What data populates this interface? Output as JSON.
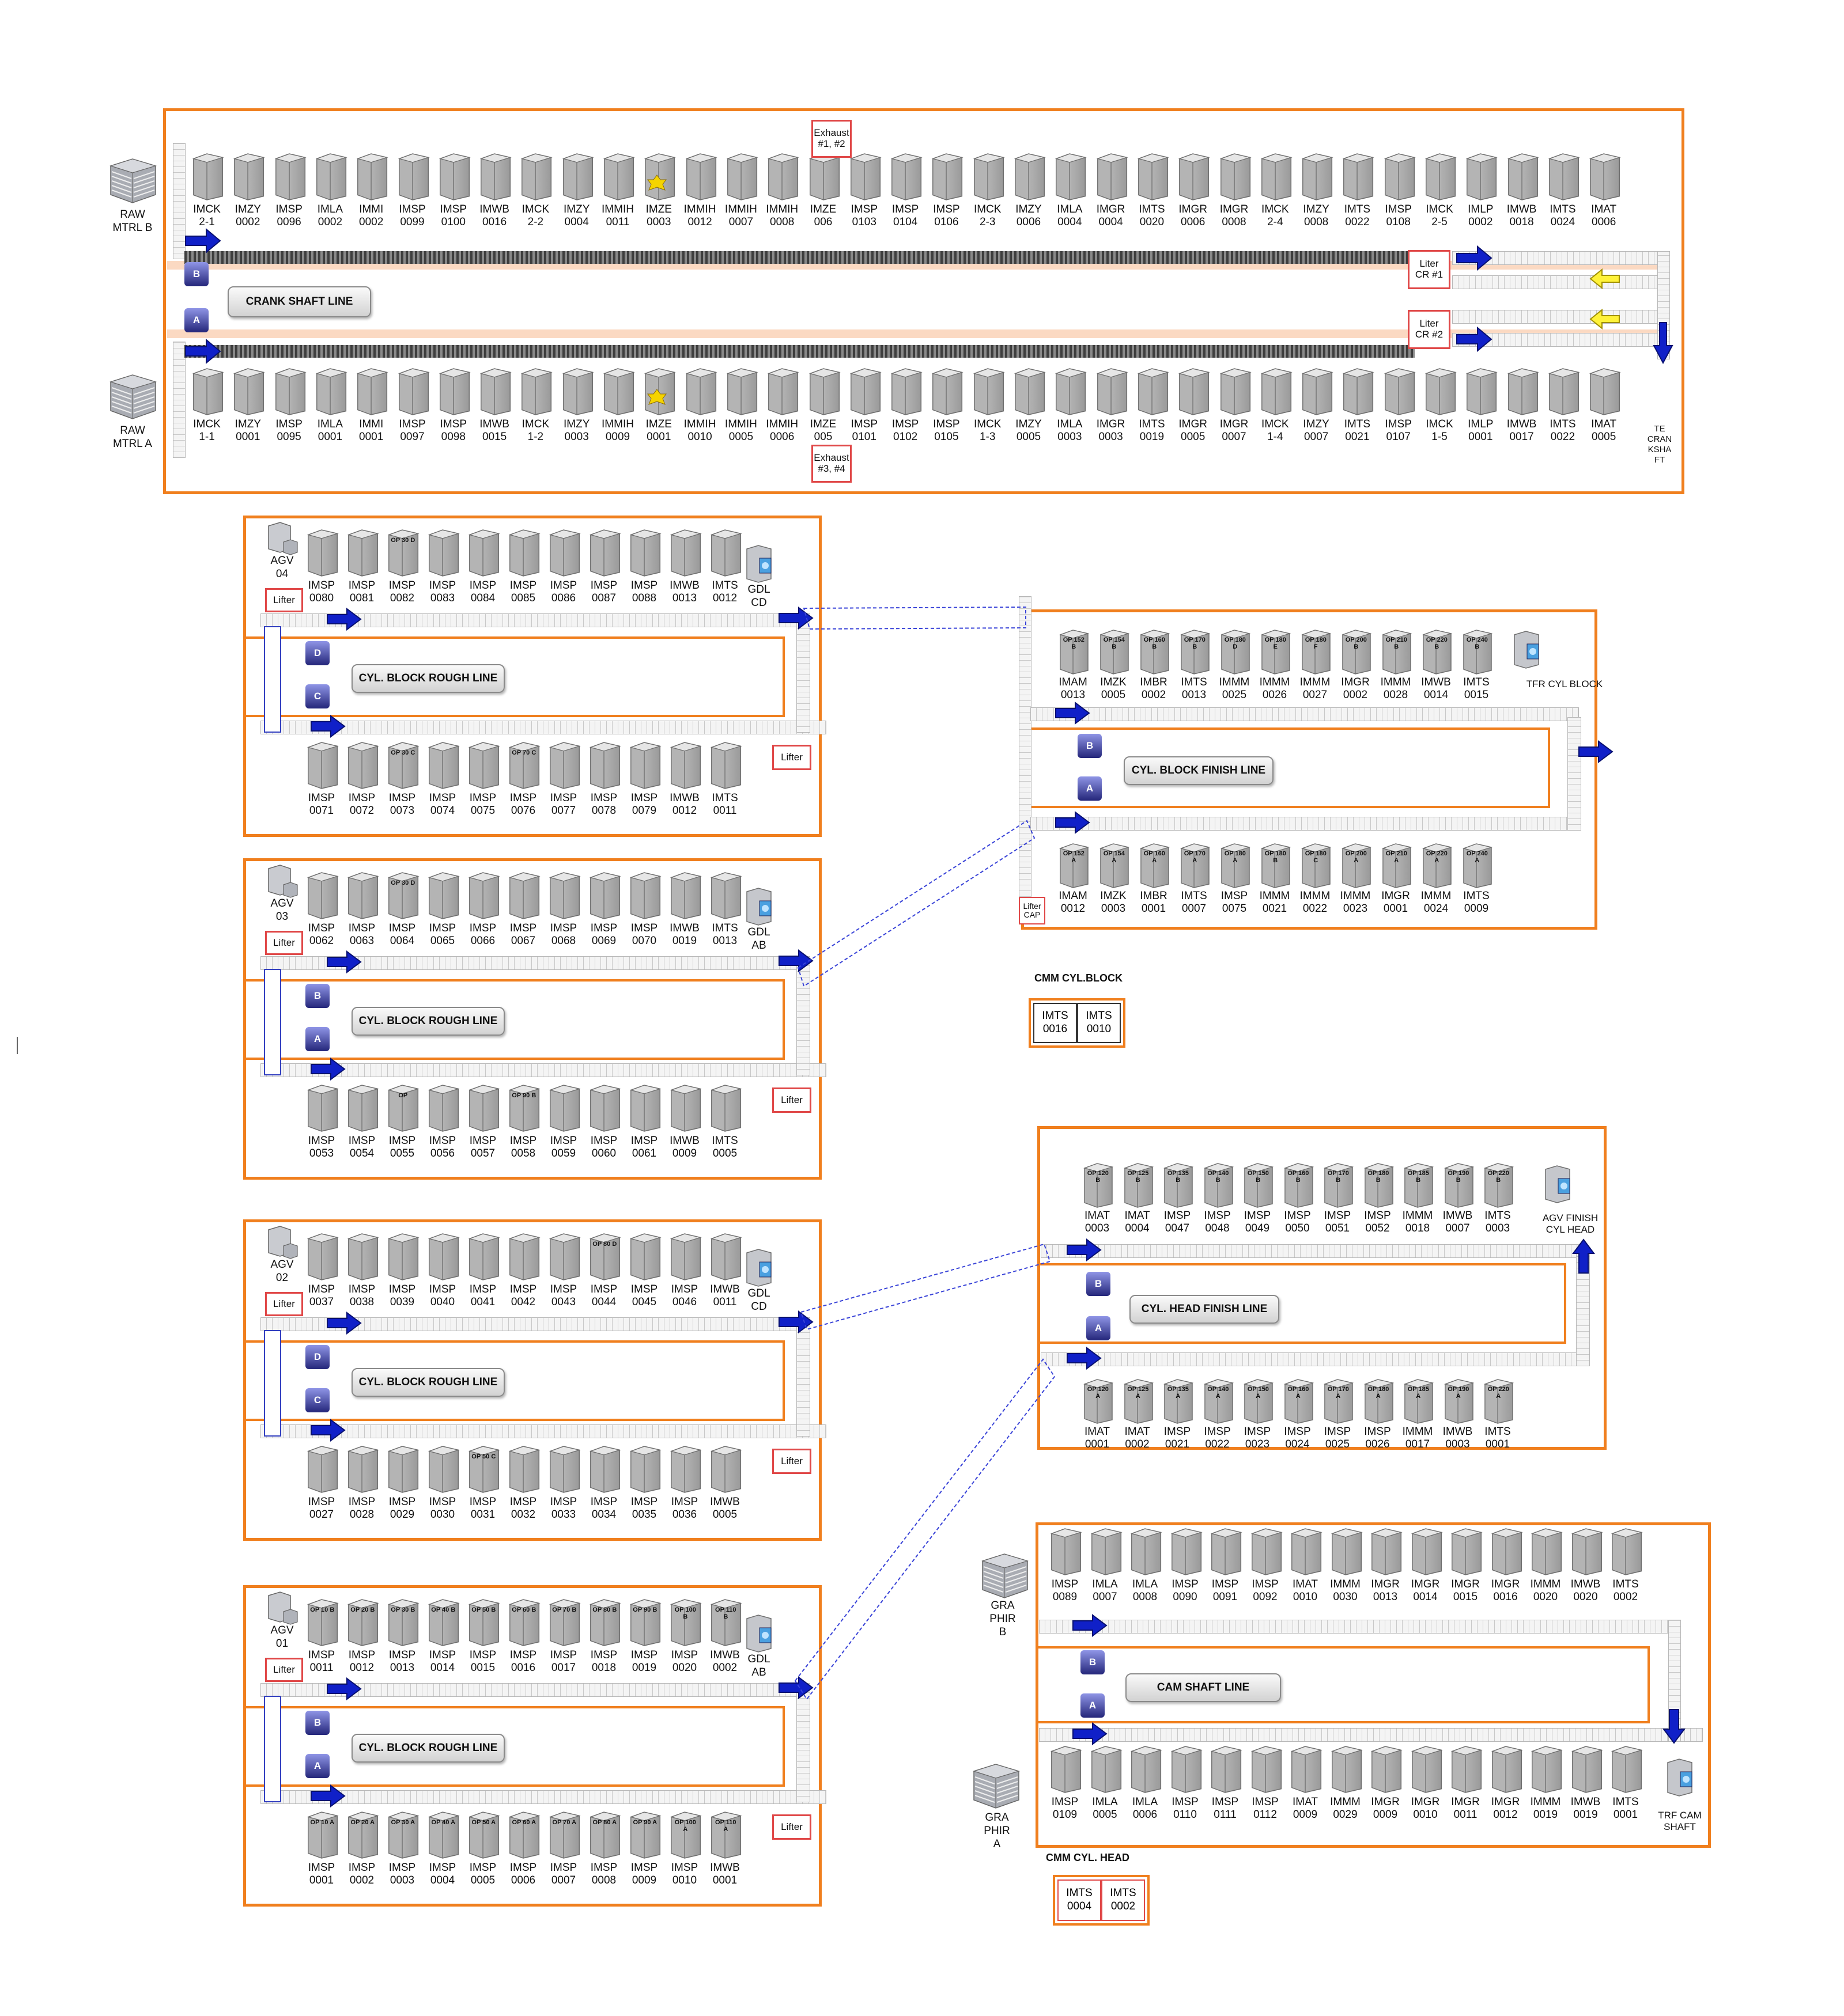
{
  "crank": {
    "line_label": "CRANK SHAFT LINE",
    "raw_b": "RAW\nMTRL B",
    "raw_a": "RAW\nMTRL A",
    "badge_b": "B",
    "badge_a": "A",
    "exhaust_top": "Exhaust\n#1, #2",
    "exhaust_bottom": "Exhaust\n#3, #4",
    "liter1": "Liter\nCR #1",
    "liter2": "Liter\nCR #2",
    "te": "TE\nCRAN\nKSHA\nFT",
    "top": [
      "IMCK\n2-1",
      "IMZY\n0002",
      "IMSP\n0096",
      "IMLA\n0002",
      "IMMI\n0002",
      "IMSP\n0099",
      "IMSP\n0100",
      "IMWB\n0016",
      "IMCK\n2-2",
      "IMZY\n0004",
      "IMMIH\n0011",
      "IMZE\n0003",
      "IMMIH\n0012",
      "IMMIH\n0007",
      "IMMIH\n0008",
      "IMZE\n006",
      "IMSP\n0103",
      "IMSP\n0104",
      "IMSP\n0106",
      "IMCK\n2-3",
      "IMZY\n0006",
      "IMLA\n0004",
      "IMGR\n0004",
      "IMTS\n0020",
      "IMGR\n0006",
      "IMGR\n0008",
      "IMCK\n2-4",
      "IMZY\n0008",
      "IMTS\n0022",
      "IMSP\n0108",
      "IMCK\n2-5",
      "IMLP\n0002",
      "IMWB\n0018",
      "IMTS\n0024",
      "IMAT\n0006"
    ],
    "bottom": [
      "IMCK\n1-1",
      "IMZY\n0001",
      "IMSP\n0095",
      "IMLA\n0001",
      "IMMI\n0001",
      "IMSP\n0097",
      "IMSP\n0098",
      "IMWB\n0015",
      "IMCK\n1-2",
      "IMZY\n0003",
      "IMMIH\n0009",
      "IMZE\n0001",
      "IMMIH\n0010",
      "IMMIH\n0005",
      "IMMIH\n0006",
      "IMZE\n005",
      "IMSP\n0101",
      "IMSP\n0102",
      "IMSP\n0105",
      "IMCK\n1-3",
      "IMZY\n0005",
      "IMLA\n0003",
      "IMGR\n0003",
      "IMTS\n0019",
      "IMGR\n0005",
      "IMGR\n0007",
      "IMCK\n1-4",
      "IMZY\n0007",
      "IMTS\n0021",
      "IMSP\n0107",
      "IMCK\n1-5",
      "IMLP\n0001",
      "IMWB\n0017",
      "IMTS\n0022",
      "IMAT\n0005"
    ]
  },
  "rough_lines": [
    {
      "agv": "AGV\n04",
      "gdl": "GDL\nCD",
      "label": "CYL. BLOCK ROUGH LINE",
      "badge_top": "D",
      "badge_bottom": "C",
      "lifter": "Lifter",
      "top": [
        "IMSP\n0080",
        "IMSP\n0081",
        "IMSP\n0082",
        "IMSP\n0083",
        "IMSP\n0084",
        "IMSP\n0085",
        "IMSP\n0086",
        "IMSP\n0087",
        "IMSP\n0088",
        "IMWB\n0013",
        "IMTS\n0012"
      ],
      "top_ops": [
        "",
        "",
        "OP 30 D",
        "",
        "",
        "",
        "",
        "",
        "",
        "",
        ""
      ],
      "bottom": [
        "IMSP\n0071",
        "IMSP\n0072",
        "IMSP\n0073",
        "IMSP\n0074",
        "IMSP\n0075",
        "IMSP\n0076",
        "IMSP\n0077",
        "IMSP\n0078",
        "IMSP\n0079",
        "IMWB\n0012",
        "IMTS\n0011"
      ],
      "bottom_ops": [
        "",
        "",
        "OP 30 C",
        "",
        "",
        "OP 70 C",
        "",
        "",
        "",
        "",
        ""
      ]
    },
    {
      "agv": "AGV\n03",
      "gdl": "GDL\nAB",
      "label": "CYL. BLOCK ROUGH LINE",
      "badge_top": "B",
      "badge_bottom": "A",
      "lifter": "Lifter",
      "top": [
        "IMSP\n0062",
        "IMSP\n0063",
        "IMSP\n0064",
        "IMSP\n0065",
        "IMSP\n0066",
        "IMSP\n0067",
        "IMSP\n0068",
        "IMSP\n0069",
        "IMSP\n0070",
        "IMWB\n0019",
        "IMTS\n0013"
      ],
      "top_ops": [
        "",
        "",
        "OP 30 D",
        "",
        "",
        "",
        "",
        "",
        "",
        "",
        ""
      ],
      "bottom": [
        "IMSP\n0053",
        "IMSP\n0054",
        "IMSP\n0055",
        "IMSP\n0056",
        "IMSP\n0057",
        "IMSP\n0058",
        "IMSP\n0059",
        "IMSP\n0060",
        "IMSP\n0061",
        "IMWB\n0009",
        "IMTS\n0005"
      ],
      "bottom_ops": [
        "",
        "",
        "OP",
        "",
        "",
        "OP 90 B",
        "",
        "",
        "",
        "",
        ""
      ]
    },
    {
      "agv": "AGV\n02",
      "gdl": "GDL\nCD",
      "label": "CYL. BLOCK ROUGH LINE",
      "badge_top": "D",
      "badge_bottom": "C",
      "lifter": "Lifter",
      "top": [
        "IMSP\n0037",
        "IMSP\n0038",
        "IMSP\n0039",
        "IMSP\n0040",
        "IMSP\n0041",
        "IMSP\n0042",
        "IMSP\n0043",
        "IMSP\n0044",
        "IMSP\n0045",
        "IMSP\n0046",
        "IMWB\n0011"
      ],
      "top_ops": [
        "",
        "",
        "",
        "",
        "",
        "",
        "",
        "OP 80 D",
        "",
        "",
        ""
      ],
      "bottom": [
        "IMSP\n0027",
        "IMSP\n0028",
        "IMSP\n0029",
        "IMSP\n0030",
        "IMSP\n0031",
        "IMSP\n0032",
        "IMSP\n0033",
        "IMSP\n0034",
        "IMSP\n0035",
        "IMSP\n0036",
        "IMWB\n0005"
      ],
      "bottom_ops": [
        "",
        "",
        "",
        "",
        "OP 50 C",
        "",
        "",
        "",
        "",
        "",
        ""
      ]
    },
    {
      "agv": "AGV\n01",
      "gdl": "GDL\nAB",
      "label": "CYL. BLOCK ROUGH LINE",
      "badge_top": "B",
      "badge_bottom": "A",
      "lifter": "Lifter",
      "top": [
        "IMSP\n0011",
        "IMSP\n0012",
        "IMSP\n0013",
        "IMSP\n0014",
        "IMSP\n0015",
        "IMSP\n0016",
        "IMSP\n0017",
        "IMSP\n0018",
        "IMSP\n0019",
        "IMSP\n0020",
        "IMWB\n0002"
      ],
      "top_ops": [
        "OP 10 B",
        "OP 20 B",
        "OP 30 B",
        "OP 40 B",
        "OP 50 B",
        "OP 60 B",
        "OP 70 B",
        "OP 80 B",
        "OP 90 B",
        "OP 100\nB",
        "OP 110\nB"
      ],
      "bottom": [
        "IMSP\n0001",
        "IMSP\n0002",
        "IMSP\n0003",
        "IMSP\n0004",
        "IMSP\n0005",
        "IMSP\n0006",
        "IMSP\n0007",
        "IMSP\n0008",
        "IMSP\n0009",
        "IMSP\n0010",
        "IMWB\n0001"
      ],
      "bottom_ops": [
        "OP 10 A",
        "OP 20 A",
        "OP 30 A",
        "OP 40 A",
        "OP 50 A",
        "OP 60 A",
        "OP 70 A",
        "OP 80 A",
        "OP 90 A",
        "OP 100\nA",
        "OP 110\nA"
      ]
    }
  ],
  "block_finish": {
    "label": "CYL. BLOCK FINISH LINE",
    "badge_top": "B",
    "badge_bottom": "A",
    "tfr": "TFR CYL BLOCK",
    "lifter_cap": "Lifter\nCAP",
    "top": [
      "IMAM\n0013",
      "IMZK\n0005",
      "IMBR\n0002",
      "IMTS\n0013",
      "IMMM\n0025",
      "IMMM\n0026",
      "IMMM\n0027",
      "IMGR\n0002",
      "IMMM\n0028",
      "IMWB\n0014",
      "IMTS\n0015"
    ],
    "top_ops": [
      "OP 152\nB",
      "OP 154\nB",
      "OP 160\nB",
      "OP 170\nB",
      "OP 180\nD",
      "OP 180\nE",
      "OP 180\nF",
      "OP 200\nB",
      "OP 210\nB",
      "OP 220\nB",
      "OP 240\nB"
    ],
    "bottom": [
      "IMAM\n0012",
      "IMZK\n0003",
      "IMBR\n0001",
      "IMTS\n0007",
      "IMSP\n0075",
      "IMMM\n0021",
      "IMMM\n0022",
      "IMMM\n0023",
      "IMGR\n0001",
      "IMMM\n0024",
      "IMTS\n0009"
    ],
    "bottom_ops": [
      "OP 152\nA",
      "OP 154\nA",
      "OP 160\nA",
      "OP 170\nA",
      "OP 180\nA",
      "OP 180\nB",
      "OP 180\nC",
      "OP 200\nA",
      "OP 210\nA",
      "OP 220\nA",
      "OP 240\nA"
    ]
  },
  "cmm_block": {
    "title": "CMM CYL.BLOCK",
    "cells": [
      "IMTS\n0016",
      "IMTS\n0010"
    ]
  },
  "head_finish": {
    "label": "CYL. HEAD FINISH LINE",
    "badge_top": "B",
    "badge_bottom": "A",
    "agv": "AGV FINISH\nCYL HEAD",
    "top": [
      "IMAT\n0003",
      "IMAT\n0004",
      "IMSP\n0047",
      "IMSP\n0048",
      "IMSP\n0049",
      "IMSP\n0050",
      "IMSP\n0051",
      "IMSP\n0052",
      "IMMM\n0018",
      "IMWB\n0007",
      "IMTS\n0003"
    ],
    "top_ops": [
      "OP 120\nB",
      "OP 125\nB",
      "OP 135\nB",
      "OP 140\nB",
      "OP 150\nB",
      "OP 160\nB",
      "OP 170\nB",
      "OP 180\nB",
      "OP 185\nB",
      "OP 190\nB",
      "OP 220\nB"
    ],
    "bottom": [
      "IMAT\n0001",
      "IMAT\n0002",
      "IMSP\n0021",
      "IMSP\n0022",
      "IMSP\n0023",
      "IMSP\n0024",
      "IMSP\n0025",
      "IMSP\n0026",
      "IMMM\n0017",
      "IMWB\n0003",
      "IMTS\n0001"
    ],
    "bottom_ops": [
      "OP 120\nA",
      "OP 125\nA",
      "OP 135\nA",
      "OP 140\nA",
      "OP 150\nA",
      "OP 160\nA",
      "OP 170\nA",
      "OP 180\nA",
      "OP 185\nA",
      "OP 190\nA",
      "OP 220\nA"
    ]
  },
  "cam": {
    "label": "CAM SHAFT LINE",
    "badge_top": "B",
    "badge_bottom": "A",
    "gra_b": "GRA\nPHIR\nB",
    "gra_a": "GRA\nPHIR\nA",
    "tfr": "TRF CAM\nSHAFT",
    "top": [
      "IMSP\n0089",
      "IMLA\n0007",
      "IMLA\n0008",
      "IMSP\n0090",
      "IMSP\n0091",
      "IMSP\n0092",
      "IMAT\n0010",
      "IMMM\n0030",
      "IMGR\n0013",
      "IMGR\n0014",
      "IMGR\n0015",
      "IMGR\n0016",
      "IMMM\n0020",
      "IMWB\n0020",
      "IMTS\n0002"
    ],
    "bottom": [
      "IMSP\n0109",
      "IMLA\n0005",
      "IMLA\n0006",
      "IMSP\n0110",
      "IMSP\n0111",
      "IMSP\n0112",
      "IMAT\n0009",
      "IMMM\n0029",
      "IMGR\n0009",
      "IMGR\n0010",
      "IMGR\n0011",
      "IMGR\n0012",
      "IMMM\n0019",
      "IMWB\n0019",
      "IMTS\n0001"
    ]
  },
  "cmm_head": {
    "title": "CMM CYL. HEAD",
    "cells": [
      "IMTS\n0004",
      "IMTS\n0002"
    ]
  }
}
